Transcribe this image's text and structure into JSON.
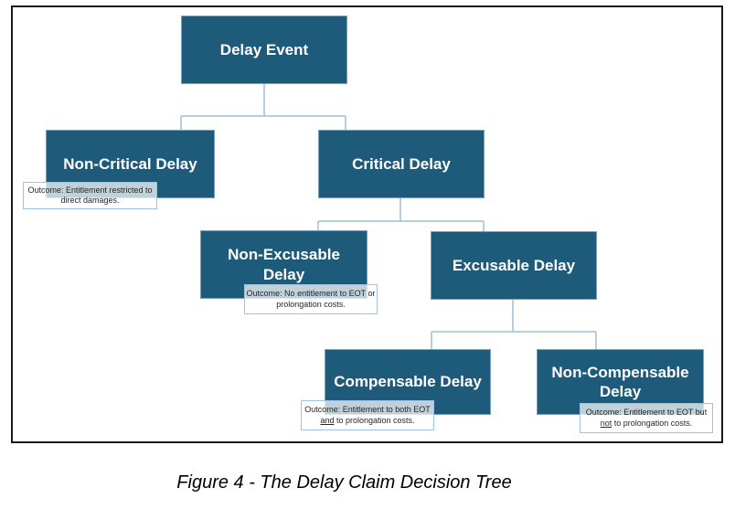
{
  "caption": "Figure 4 - The Delay Claim Decision Tree",
  "tree": {
    "nodes": {
      "delay_event": {
        "label": "Delay Event",
        "children": [
          "non_critical",
          "critical"
        ]
      },
      "non_critical": {
        "label": "Non-Critical Delay",
        "children": []
      },
      "critical": {
        "label": "Critical Delay",
        "children": [
          "non_excusable",
          "excusable"
        ]
      },
      "non_excusable": {
        "label": "Non-Excusable Delay",
        "children": []
      },
      "excusable": {
        "label": "Excusable Delay",
        "children": [
          "compensable",
          "non_compensable"
        ]
      },
      "compensable": {
        "label": "Compensable Delay",
        "children": []
      },
      "non_compensable": {
        "label": "Non-Compensable Delay",
        "children": []
      }
    },
    "outcomes": {
      "non_critical": {
        "line1": "Outcome: Entitlement restricted to",
        "line2_underline": "",
        "line2_rest": "direct damages."
      },
      "non_excusable": {
        "line1": "Outcome: No entitlement to EOT or",
        "line2_underline": "",
        "line2_rest": "prolongation costs."
      },
      "compensable": {
        "line1": "Outcome: Entitlement to both EOT",
        "line2_underline": "and",
        "line2_rest": " to prolongation costs."
      },
      "non_compensable": {
        "line1": "Outcome: Entitlement to EOT but",
        "line2_underline": "not",
        "line2_rest": " to prolongation costs."
      }
    }
  },
  "colors": {
    "node_fill": "#1E5B7B",
    "node_border": "#78A0B9",
    "connector": "#9FBDD0",
    "outcome_border": "#9DC3E6",
    "outcome_fill": "rgba(255,255,255,0.72)",
    "outcome_text": "#262626",
    "frame_border": "#1A1A1A",
    "node_text": "#FFFFFF",
    "caption_text": "#000000"
  }
}
